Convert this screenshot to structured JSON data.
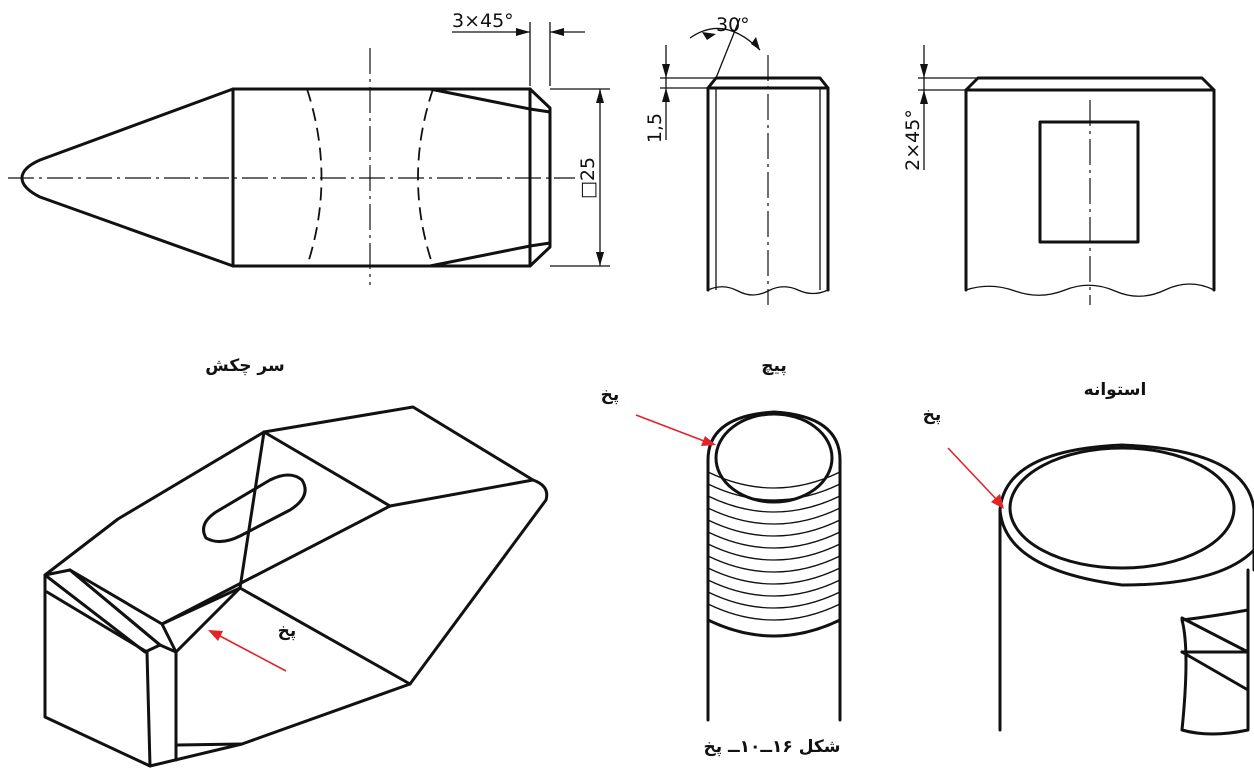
{
  "dimensions": {
    "chamfer_head": "3×45°",
    "square_size": "□25",
    "thread_angle": "30°",
    "thread_chamfer_depth": "1,5",
    "cylinder_chamfer": "2×45°"
  },
  "labels": {
    "hammer": "سر چکش",
    "screw": "پیچ",
    "cylinder": "استوانه",
    "chamfer_screw": "پخ",
    "chamfer_cylinder": "پخ",
    "chamfer_hammer": "پخ"
  },
  "caption": "شکل ۱۶ــ۱۰ــ پخ"
}
